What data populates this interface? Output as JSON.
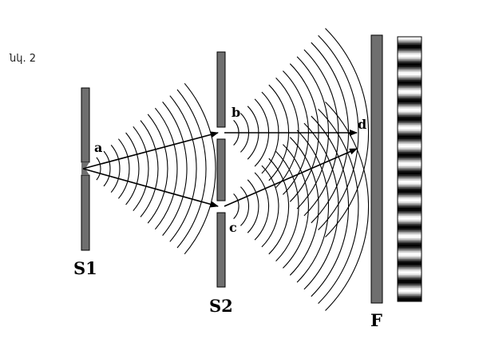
{
  "figure": {
    "caption": "նկ. 2",
    "colors": {
      "barrier": "#6f6f6f",
      "ink": "#000000",
      "fringe_dark": "#000000",
      "fringe_light": "#ffffff"
    },
    "labels": {
      "a": "a",
      "b": "b",
      "c": "c",
      "d": "d",
      "S1": "S1",
      "S2": "S2",
      "F": "F"
    }
  }
}
